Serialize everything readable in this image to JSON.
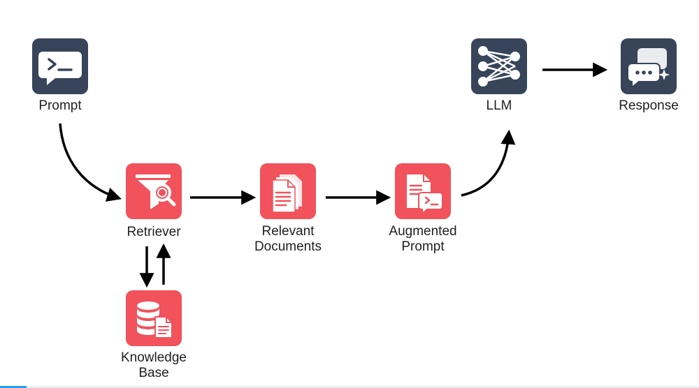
{
  "nodes": {
    "prompt": {
      "label": "Prompt",
      "icon": "terminal-chat-icon"
    },
    "retriever": {
      "label": "Retriever",
      "icon": "funnel-search-icon"
    },
    "relevant_documents": {
      "label_line1": "Relevant",
      "label_line2": "Documents",
      "icon": "documents-icon"
    },
    "augmented_prompt": {
      "label_line1": "Augmented",
      "label_line2": "Prompt",
      "icon": "document-terminal-icon"
    },
    "knowledge_base": {
      "label_line1": "Knowledge",
      "label_line2": "Base",
      "icon": "database-document-icon"
    },
    "llm": {
      "label": "LLM",
      "icon": "neural-network-icon"
    },
    "response": {
      "label": "Response",
      "icon": "chat-sparkle-icon"
    }
  },
  "colors": {
    "dark_tile": "#37445a",
    "red_tile": "#f1525b",
    "arrow": "#000000",
    "text": "#1f1f1f"
  }
}
